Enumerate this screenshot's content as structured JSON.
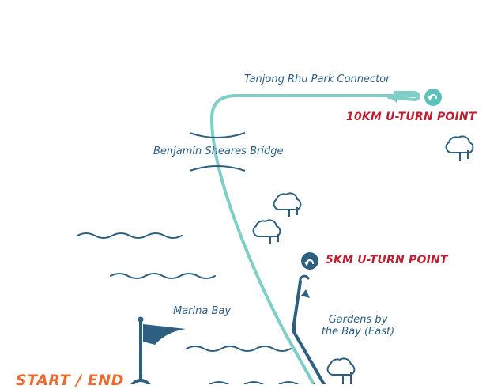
{
  "map": {
    "labels": {
      "tanjong_rhu": "Tanjong Rhu Park Connector",
      "benjamin_sheares": "Benjamin Sheares Bridge",
      "marina_bay": "Marina Bay",
      "gardens_line1": "Gardens by",
      "gardens_line2": "the Bay (East)"
    },
    "callouts": {
      "u_turn_10km": "10KM U-TURN POINT",
      "u_turn_5km": "5KM U-TURN POINT"
    },
    "start_end": "START / END"
  },
  "colors": {
    "route_10km": "#7fcfc8",
    "route_5km": "#2c5f80",
    "label_text": "#2c5f80",
    "callout": "#c01f33",
    "start_end": "#ee6b2f",
    "icon_teal": "#5cc2b9"
  }
}
